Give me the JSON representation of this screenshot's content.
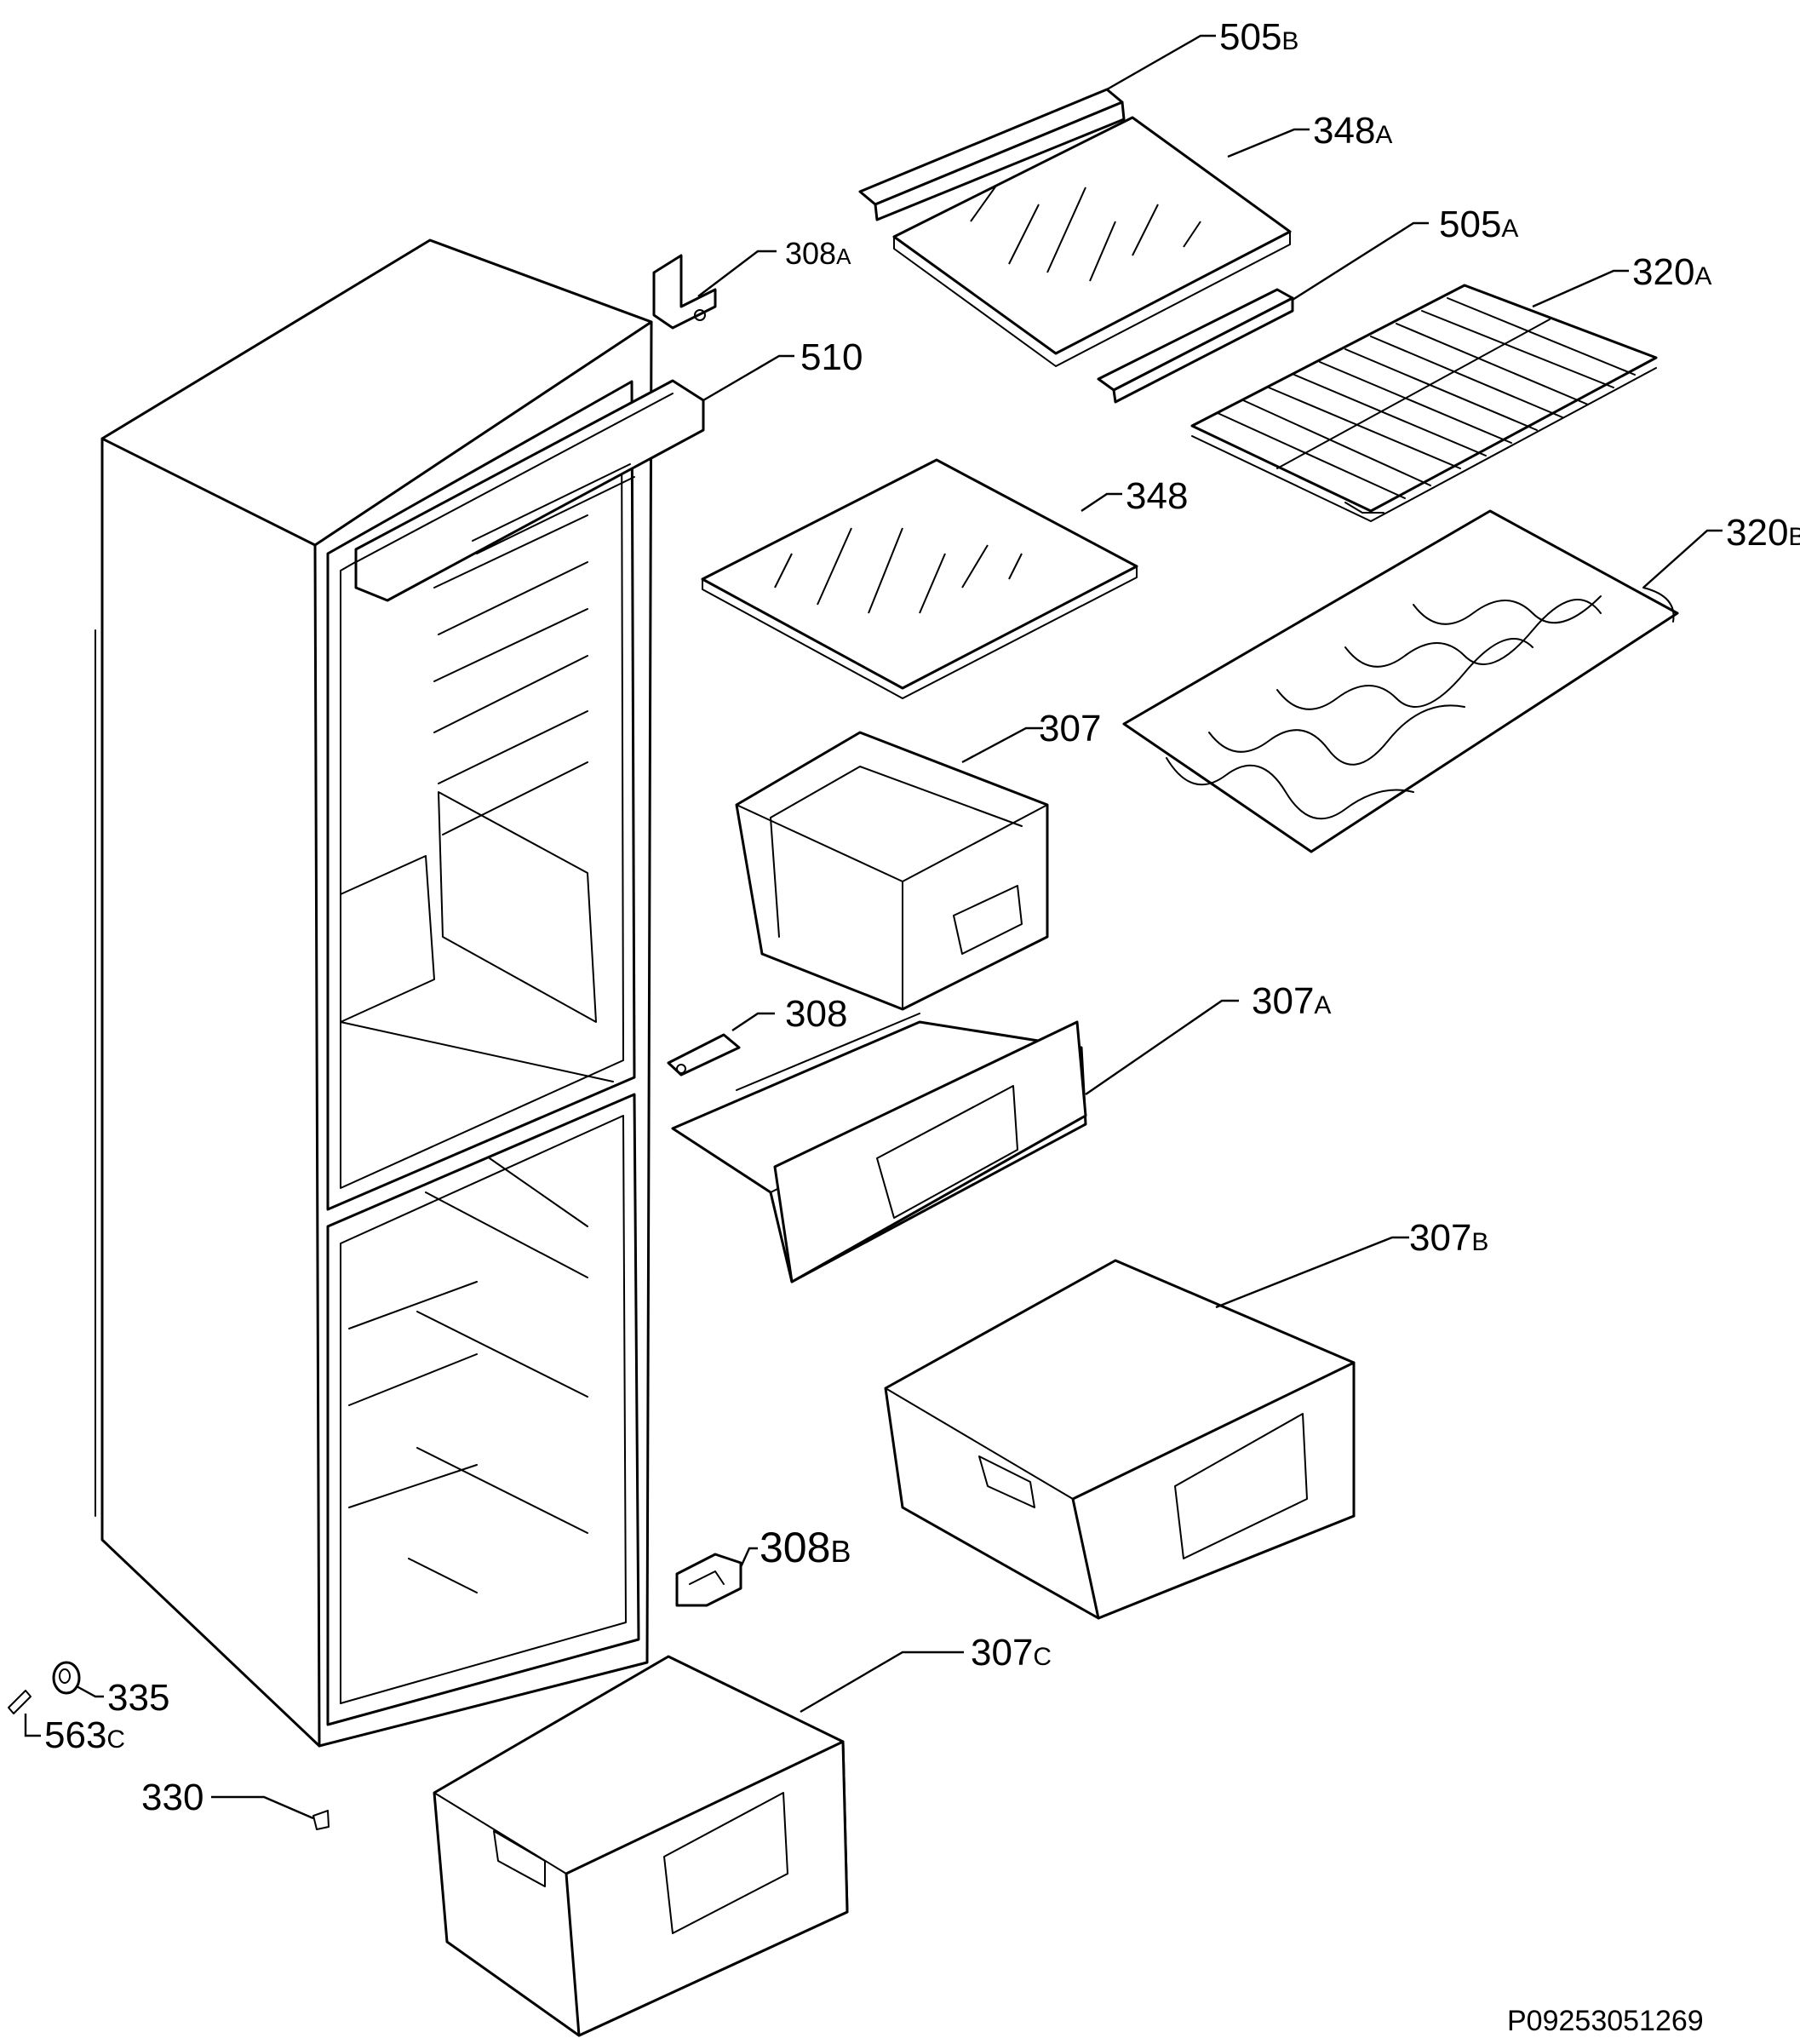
{
  "callouts": [
    {
      "num": "505",
      "suffix": "B"
    },
    {
      "num": "348",
      "suffix": "A"
    },
    {
      "num": "308",
      "suffix": "A"
    },
    {
      "num": "505",
      "suffix": "A"
    },
    {
      "num": "320",
      "suffix": "A"
    },
    {
      "num": "510",
      "suffix": ""
    },
    {
      "num": "348",
      "suffix": ""
    },
    {
      "num": "320",
      "suffix": "B"
    },
    {
      "num": "307",
      "suffix": ""
    },
    {
      "num": "308",
      "suffix": ""
    },
    {
      "num": "307",
      "suffix": "A"
    },
    {
      "num": "307",
      "suffix": "B"
    },
    {
      "num": "308",
      "suffix": "B"
    },
    {
      "num": "307",
      "suffix": "C"
    },
    {
      "num": "335",
      "suffix": ""
    },
    {
      "num": "563",
      "suffix": "C"
    },
    {
      "num": "330",
      "suffix": ""
    }
  ],
  "document_ref": "P09253051269"
}
